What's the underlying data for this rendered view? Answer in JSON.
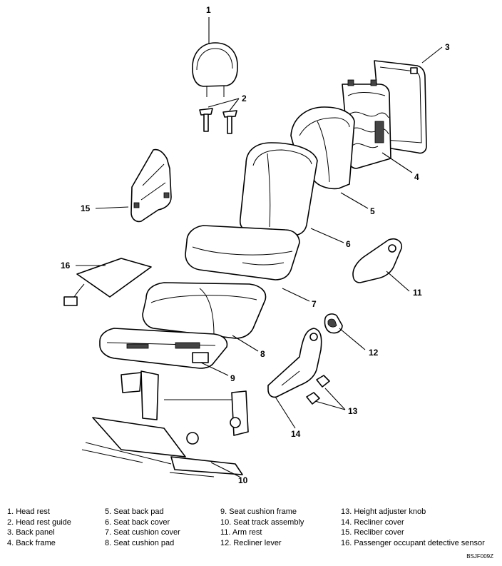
{
  "callouts": [
    "1",
    "2",
    "3",
    "4",
    "5",
    "6",
    "7",
    "8",
    "9",
    "10",
    "11",
    "12",
    "13",
    "14",
    "15",
    "16"
  ],
  "legend": {
    "col1": [
      "1. Head rest",
      "2. Head rest guide",
      "3. Back panel",
      "4. Back frame"
    ],
    "col2": [
      "5. Seat back pad",
      "6. Seat back cover",
      "7. Seat cushion cover",
      "8. Seat cushion pad"
    ],
    "col3": [
      "9. Seat cushion frame",
      "10. Seat track assembly",
      "11. Arm rest",
      "12. Recliner lever"
    ],
    "col4": [
      "13. Height adjuster knob",
      "14. Recliner cover",
      "15. Recliber cover",
      "16. Passenger occupant detective sensor"
    ]
  },
  "figure_code": "BSJF009Z"
}
